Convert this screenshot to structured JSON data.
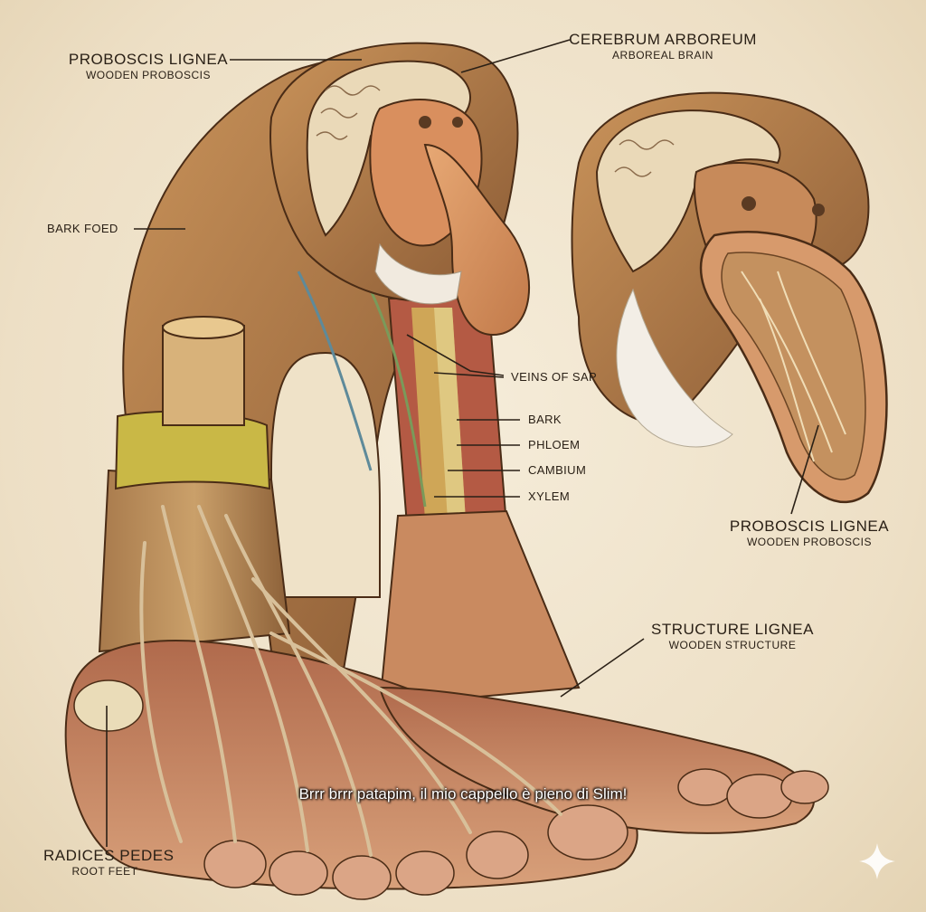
{
  "labels": {
    "proboscis_top": {
      "main": "PROBOSCIS LIGNEA",
      "sub": "WOODEN PROBOSCIS"
    },
    "cerebrum": {
      "main": "CEREBRUM ARBOREUM",
      "sub": "ARBOREAL BRAIN"
    },
    "bark_foed": "BARK FOED",
    "veins": "VEINS OF SAP",
    "bark": "BARK",
    "phloem": "PHLOEM",
    "cambium": "CAMBIUM",
    "xylem": "XYLEM",
    "proboscis_right": {
      "main": "PROBOSCIS LIGNEA",
      "sub": "WOODEN PROBOSCIS"
    },
    "structure": {
      "main": "STRUCTURE LIGNEA",
      "sub": "WOODEN STRUCTURE"
    },
    "radices": {
      "main": "RADICES PEDES",
      "sub": "ROOT FEET"
    }
  },
  "caption": "Brrr brrr patapim, il mio cappello è pieno di Slim!",
  "icons": {
    "corner": "sparkle-icon"
  },
  "colors": {
    "parchment": "#efe4cf",
    "ink": "#2a2016",
    "bark": "#8a5a34",
    "muscle": "#b45a44",
    "cambium_band": "#c9b846"
  }
}
